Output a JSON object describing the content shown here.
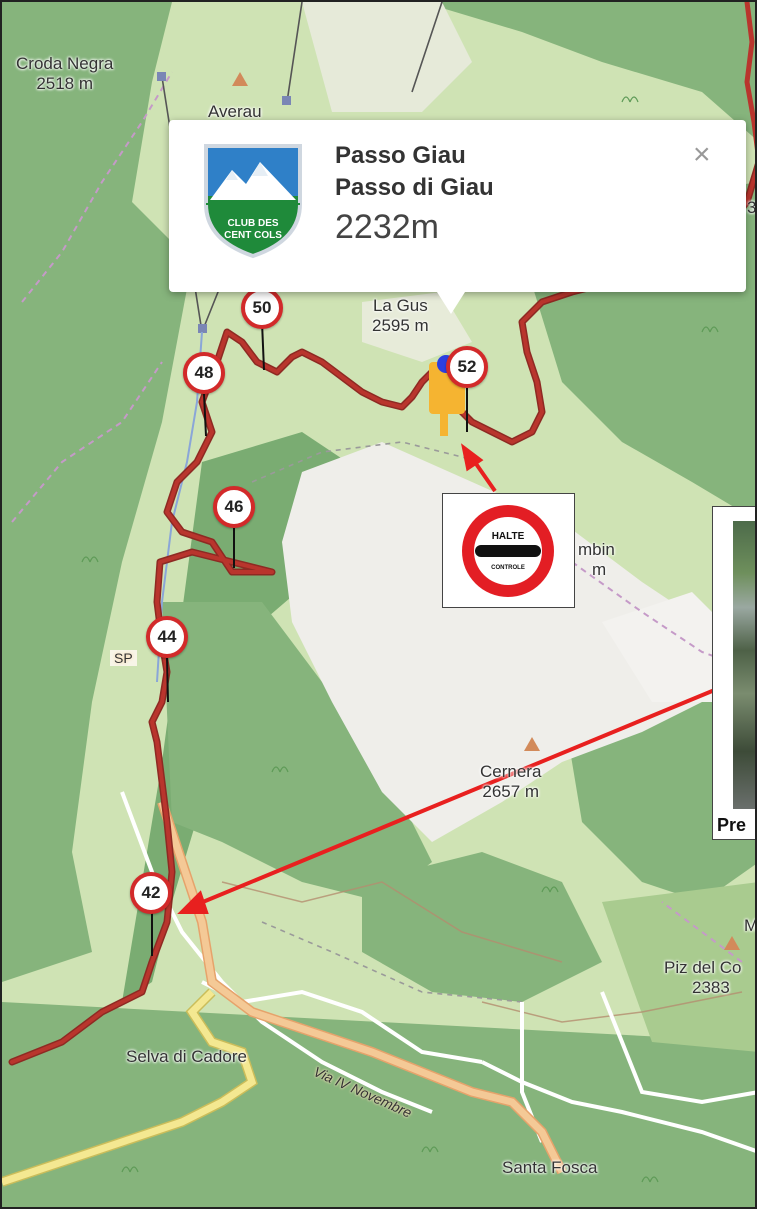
{
  "map": {
    "places": [
      {
        "id": "croda-negra",
        "name": "Croda Negra",
        "elev": "2518 m"
      },
      {
        "id": "averau",
        "name": "Averau",
        "elev": ""
      },
      {
        "id": "la-gusela",
        "name": "La Gus",
        "elev": "2595 m"
      },
      {
        "id": "lastoi",
        "name": "mbin",
        "elev": "m"
      },
      {
        "id": "cernera",
        "name": "Cernera",
        "elev": "2657 m"
      },
      {
        "id": "piz-del-corvo",
        "name": "Piz del Co",
        "elev": "2383"
      },
      {
        "id": "selva",
        "name": "Selva di Cadore",
        "elev": ""
      },
      {
        "id": "santa-fosca",
        "name": "Santa Fosca",
        "elev": ""
      }
    ],
    "road_labels": {
      "via": "Via IV Novembre",
      "sp": "SP"
    },
    "km_markers": [
      "50",
      "48",
      "52",
      "46",
      "44",
      "42"
    ],
    "partial_label_m": "M",
    "partial_label_3": "3"
  },
  "popup": {
    "title_line1": "Passo Giau",
    "title_line2": "Passo di Giau",
    "elevation": "2232m",
    "close_label": "×",
    "logo_text_line1": "CLUB DES",
    "logo_text_line2": "CENT COLS"
  },
  "halte_sign": {
    "line1": "HALTE",
    "line2": "CONTROLE"
  },
  "photo": {
    "caption": "Pre"
  },
  "colors": {
    "route": "#b9352d",
    "arrow": "#e8201f",
    "forest": "#7fb077",
    "meadow": "#cfe3b4",
    "rock": "#f1f0ef",
    "yellow_road": "#f3e48d",
    "orange_road": "#f2c68e"
  }
}
